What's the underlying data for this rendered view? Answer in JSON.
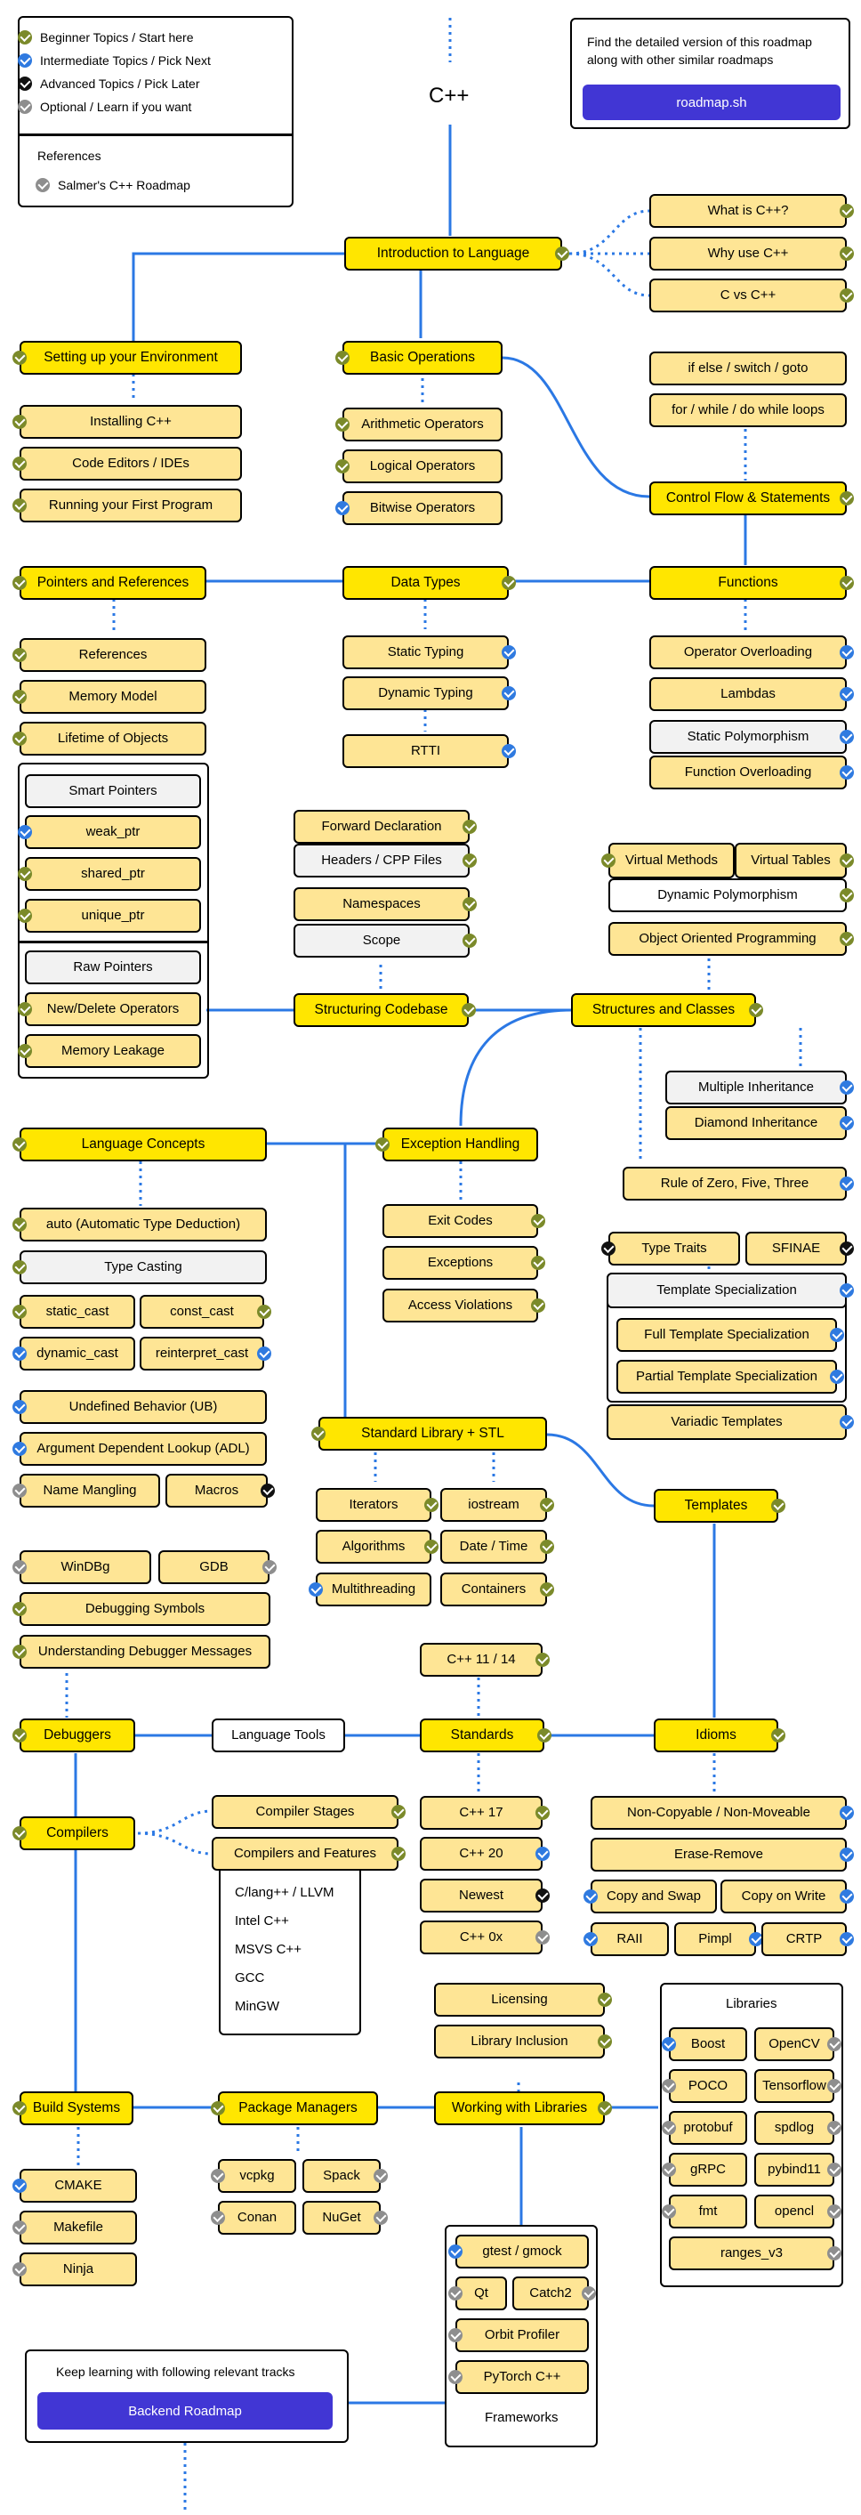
{
  "legend": {
    "items": [
      {
        "label": "Beginner Topics / Start here",
        "color": "#7b8a2a"
      },
      {
        "label": "Intermediate Topics / Pick Next",
        "color": "#2f7ae0"
      },
      {
        "label": "Advanced Topics / Pick Later",
        "color": "#111111"
      },
      {
        "label": "Optional / Learn if you want",
        "color": "#8e8e8e"
      }
    ],
    "references_title": "References",
    "reference_item": "Salmer's C++ Roadmap"
  },
  "title": "C++",
  "promo": {
    "text": "Find the detailed version of this roadmap along with other similar roadmaps",
    "button": "roadmap.sh"
  },
  "footer": {
    "text": "Keep learning with following relevant tracks",
    "button": "Backend Roadmap"
  },
  "nodes": {
    "intro": "Introduction to Language",
    "what_cpp": "What is C++?",
    "why_cpp": "Why use C++",
    "c_vs_cpp": "C vs C++",
    "setup_env": "Setting up your Environment",
    "installing": "Installing C++",
    "code_editors": "Code Editors / IDEs",
    "first_program": "Running your First Program",
    "basic_ops": "Basic Operations",
    "arith_ops": "Arithmetic Operators",
    "logical_ops": "Logical Operators",
    "bitwise_ops": "Bitwise Operators",
    "if_else": "if else / switch / goto",
    "for_while": "for / while / do while loops",
    "control_flow": "Control Flow & Statements",
    "pointers_refs": "Pointers and References",
    "data_types": "Data Types",
    "functions": "Functions",
    "references": "References",
    "memory_model": "Memory Model",
    "lifetime": "Lifetime of Objects",
    "static_typing": "Static Typing",
    "dynamic_typing": "Dynamic Typing",
    "rtti": "RTTI",
    "op_overloading": "Operator Overloading",
    "lambdas": "Lambdas",
    "static_poly": "Static Polymorphism",
    "func_overloading": "Function Overloading",
    "smart_pointers": "Smart Pointers",
    "weak_ptr": "weak_ptr",
    "shared_ptr": "shared_ptr",
    "unique_ptr": "unique_ptr",
    "raw_pointers": "Raw Pointers",
    "new_delete": "New/Delete Operators",
    "memory_leakage": "Memory Leakage",
    "forward_decl": "Forward Declaration",
    "headers_cpp": "Headers / CPP Files",
    "namespaces": "Namespaces",
    "scope": "Scope",
    "structuring": "Structuring Codebase",
    "virtual_methods": "Virtual Methods",
    "virtual_tables": "Virtual Tables",
    "dynamic_poly": "Dynamic Polymorphism",
    "oop": "Object Oriented Programming",
    "structures_classes": "Structures and Classes",
    "multiple_inh": "Multiple Inheritance",
    "diamond_inh": "Diamond Inheritance",
    "rule_zero": "Rule of Zero, Five, Three",
    "language_concepts": "Language Concepts",
    "exception_handling": "Exception Handling",
    "auto": "auto (Automatic Type Deduction)",
    "type_casting": "Type Casting",
    "static_cast": "static_cast",
    "const_cast": "const_cast",
    "dynamic_cast": "dynamic_cast",
    "reinterpret_cast": "reinterpret_cast",
    "ub": "Undefined Behavior (UB)",
    "adl": "Argument Dependent Lookup (ADL)",
    "name_mangling": "Name Mangling",
    "macros": "Macros",
    "exit_codes": "Exit Codes",
    "exceptions": "Exceptions",
    "access_violations": "Access Violations",
    "type_traits": "Type Traits",
    "sfinae": "SFINAE",
    "template_spec": "Template Specialization",
    "full_template": "Full Template Specialization",
    "partial_template": "Partial Template Specialization",
    "variadic": "Variadic Templates",
    "stdlib": "Standard Library + STL",
    "templates": "Templates",
    "iterators": "Iterators",
    "iostream": "iostream",
    "algorithms": "Algorithms",
    "date_time": "Date / Time",
    "multithreading": "Multithreading",
    "containers": "Containers",
    "windbg": "WinDBg",
    "gdb": "GDB",
    "debug_symbols": "Debugging Symbols",
    "debugger_msgs": "Understanding Debugger Messages",
    "cpp11": "C++ 11 / 14",
    "debuggers": "Debuggers",
    "language_tools": "Language Tools",
    "standards": "Standards",
    "idioms": "Idioms",
    "compilers": "Compilers",
    "compiler_stages": "Compiler Stages",
    "compilers_features": "Compilers and Features",
    "cpp17": "C++ 17",
    "cpp20": "C++ 20",
    "newest": "Newest",
    "cpp0x": "C++ 0x",
    "non_copyable": "Non-Copyable / Non-Moveable",
    "erase_remove": "Erase-Remove",
    "copy_swap": "Copy and Swap",
    "copy_write": "Copy on Write",
    "raii": "RAII",
    "pimpl": "Pimpl",
    "crtp": "CRTP",
    "licensing": "Licensing",
    "lib_inclusion": "Library Inclusion",
    "build_systems": "Build Systems",
    "package_managers": "Package Managers",
    "working_libs": "Working with Libraries",
    "cmake": "CMAKE",
    "makefile": "Makefile",
    "ninja": "Ninja",
    "vcpkg": "vcpkg",
    "spack": "Spack",
    "conan": "Conan",
    "nuget": "NuGet",
    "gtest": "gtest / gmock",
    "qt": "Qt",
    "catch2": "Catch2",
    "orbit": "Orbit Profiler",
    "pytorch": "PyTorch C++",
    "boost": "Boost",
    "opencv": "OpenCV",
    "poco": "POCO",
    "tensorflow": "Tensorflow",
    "protobuf": "protobuf",
    "spdlog": "spdlog",
    "grpc": "gRPC",
    "pybind11": "pybind11",
    "fmt": "fmt",
    "opencl": "opencl",
    "ranges_v3": "ranges_v3"
  },
  "labels": {
    "compiler_list": [
      "C/lang++ / LLVM",
      "Intel C++",
      "MSVS C++",
      "GCC",
      "MinGW"
    ],
    "libraries_title": "Libraries",
    "frameworks_title": "Frameworks"
  },
  "colors": {
    "topic": "#ffe600",
    "subtopic": "#fee595",
    "optional_bg": "#f2f2f2",
    "connector": "#2b78e4",
    "button": "#4136d4"
  }
}
